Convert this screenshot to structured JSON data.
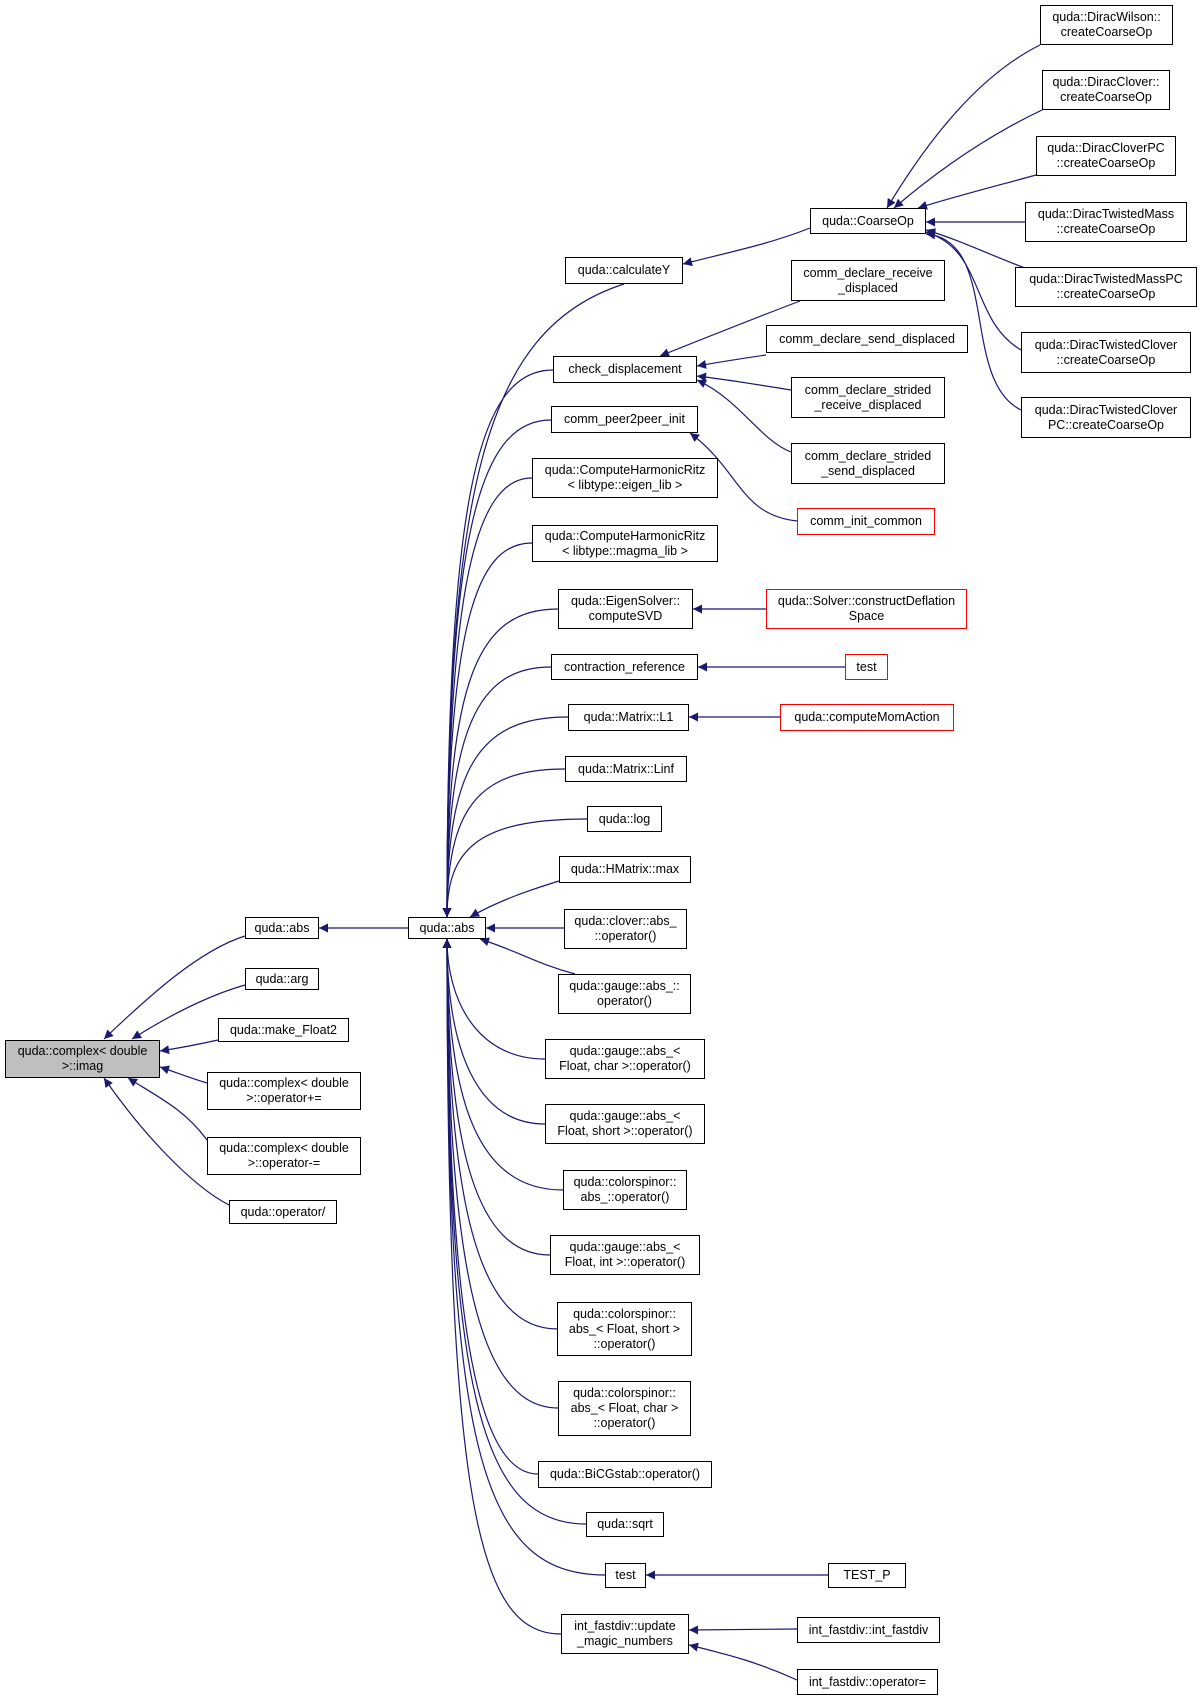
{
  "colors": {
    "edge": "#191970",
    "node_border": "#000000",
    "focus_fill": "#bfbfbf",
    "truncated_border": "#ff0000"
  },
  "nodes": {
    "focus": "quda::complex< double\n>::imag",
    "abs1": "quda::abs",
    "arg": "quda::arg",
    "make_float2": "quda::make_Float2",
    "op_plus_eq": "quda::complex< double\n>::operator+=",
    "op_minus_eq": "quda::complex< double\n>::operator-=",
    "op_div": "quda::operator/",
    "abs2": "quda::abs",
    "calculateY": "quda::calculateY",
    "check_disp": "check_displacement",
    "comm_p2p": "comm_peer2peer_init",
    "harm_eigen": "quda::ComputeHarmonicRitz\n< libtype::eigen_lib >",
    "harm_magma": "quda::ComputeHarmonicRitz\n< libtype::magma_lib >",
    "eig_svd": "quda::EigenSolver::\ncomputeSVD",
    "contraction": "contraction_reference",
    "matrix_l1": "quda::Matrix::L1",
    "matrix_linf": "quda::Matrix::Linf",
    "log": "quda::log",
    "hmatrix_max": "quda::HMatrix::max",
    "clover_abs": "quda::clover::abs_\n::operator()",
    "gauge_abs": "quda::gauge::abs_::\noperator()",
    "gauge_abs_char": "quda::gauge::abs_<\nFloat, char >::operator()",
    "gauge_abs_short": "quda::gauge::abs_<\nFloat, short >::operator()",
    "cs_abs": "quda::colorspinor::\nabs_::operator()",
    "gauge_abs_int": "quda::gauge::abs_<\nFloat, int >::operator()",
    "cs_abs_short": "quda::colorspinor::\nabs_< Float, short >\n::operator()",
    "cs_abs_char": "quda::colorspinor::\nabs_< Float, char >\n::operator()",
    "bicgstab": "quda::BiCGstab::operator()",
    "sqrt": "quda::sqrt",
    "test_mid": "test",
    "fastdiv_update": "int_fastdiv::update\n_magic_numbers",
    "coarseop": "quda::CoarseOp",
    "cd_recv": "comm_declare_receive\n_displaced",
    "cd_send": "comm_declare_send_displaced",
    "cd_str_recv": "comm_declare_strided\n_receive_displaced",
    "cd_str_send": "comm_declare_strided\n_send_displaced",
    "comm_init": "comm_init_common",
    "solver_defl": "quda::Solver::constructDeflation\nSpace",
    "test_red": "test",
    "momaction": "quda::computeMomAction",
    "test_p": "TEST_P",
    "fastdiv_ctor": "int_fastdiv::int_fastdiv",
    "fastdiv_assign": "int_fastdiv::operator=",
    "dw_coarse": "quda::DiracWilson::\ncreateCoarseOp",
    "dc_coarse": "quda::DiracClover::\ncreateCoarseOp",
    "dcpc_coarse": "quda::DiracCloverPC\n::createCoarseOp",
    "dtm_coarse": "quda::DiracTwistedMass\n::createCoarseOp",
    "dtmpc_coarse": "quda::DiracTwistedMassPC\n::createCoarseOp",
    "dtc_coarse": "quda::DiracTwistedClover\n::createCoarseOp",
    "dtcpc_coarse": "quda::DiracTwistedClover\nPC::createCoarseOp"
  }
}
